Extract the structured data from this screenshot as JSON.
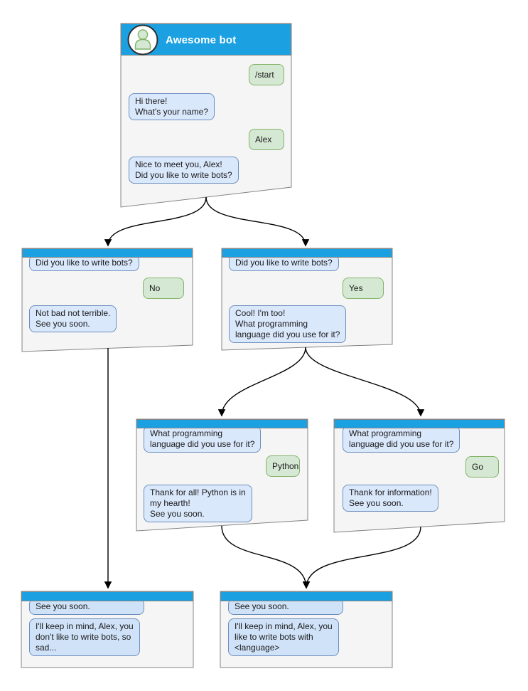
{
  "colors": {
    "header_blue": "#1ba1e2",
    "window_fill": "#f5f5f5",
    "window_border": "#848484",
    "bot_bubble_fill": "#dae8fc",
    "bot_bubble_border": "#6c8ebf",
    "user_bubble_fill": "#d5e8d4",
    "user_bubble_border": "#82b366",
    "final_bubble_fill": "#cfe2f8",
    "arrow_color": "#000000",
    "title_text": "#ffffff"
  },
  "windows": [
    {
      "name": "start",
      "title": "Awesome bot",
      "messages": [
        {
          "from": "user",
          "text": "/start"
        },
        {
          "from": "bot",
          "text": "Hi there!\nWhat's your name?"
        },
        {
          "from": "user",
          "text": "Alex"
        },
        {
          "from": "bot",
          "text": "Nice to meet you, Alex!\nDid you like to write bots?"
        }
      ]
    },
    {
      "name": "branch-no",
      "messages": [
        {
          "from": "bot",
          "text": "Did you like to write bots?"
        },
        {
          "from": "user",
          "text": "No"
        },
        {
          "from": "bot",
          "text": "Not bad not terrible.\nSee you soon."
        }
      ]
    },
    {
      "name": "branch-yes",
      "messages": [
        {
          "from": "bot",
          "text": "Did you like to write bots?"
        },
        {
          "from": "user",
          "text": "Yes"
        },
        {
          "from": "bot",
          "text": "Cool! I'm too!\nWhat programming\nlanguage did you use for it?"
        }
      ]
    },
    {
      "name": "branch-python",
      "messages": [
        {
          "from": "bot",
          "text": "What programming\nlanguage did you use for it?"
        },
        {
          "from": "user",
          "text": "Python"
        },
        {
          "from": "bot",
          "text": "Thank for all! Python is in\nmy hearth!\nSee you soon."
        }
      ]
    },
    {
      "name": "branch-go",
      "messages": [
        {
          "from": "bot",
          "text": "What programming\nlanguage did you use for it?"
        },
        {
          "from": "user",
          "text": "Go"
        },
        {
          "from": "bot",
          "text": "Thank for information!\nSee you soon."
        }
      ]
    },
    {
      "name": "end-no",
      "messages": [
        {
          "from": "bot",
          "text": "See you soon."
        },
        {
          "from": "bot",
          "text": "I'll keep in mind, Alex, you\ndon't like to write bots, so\nsad..."
        }
      ]
    },
    {
      "name": "end-yes",
      "messages": [
        {
          "from": "bot",
          "text": "See you soon."
        },
        {
          "from": "bot",
          "text": "I'll keep in mind, Alex, you\nlike to write bots with\n<language>"
        }
      ]
    }
  ]
}
